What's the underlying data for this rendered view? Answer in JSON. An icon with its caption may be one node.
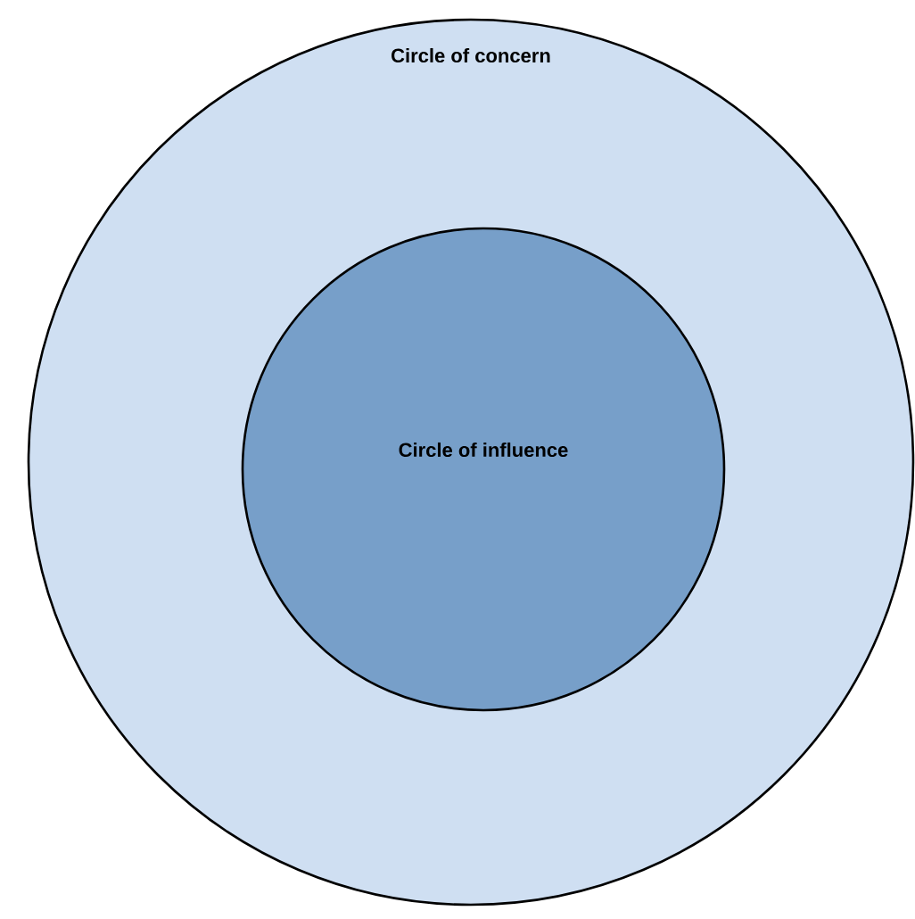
{
  "diagram": {
    "nodes": [
      {
        "text": [
          "Circle of concern"
        ]
      },
      {
        "text": [
          "Circle of influence"
        ],
        "in": 0
      }
    ]
  }
}
